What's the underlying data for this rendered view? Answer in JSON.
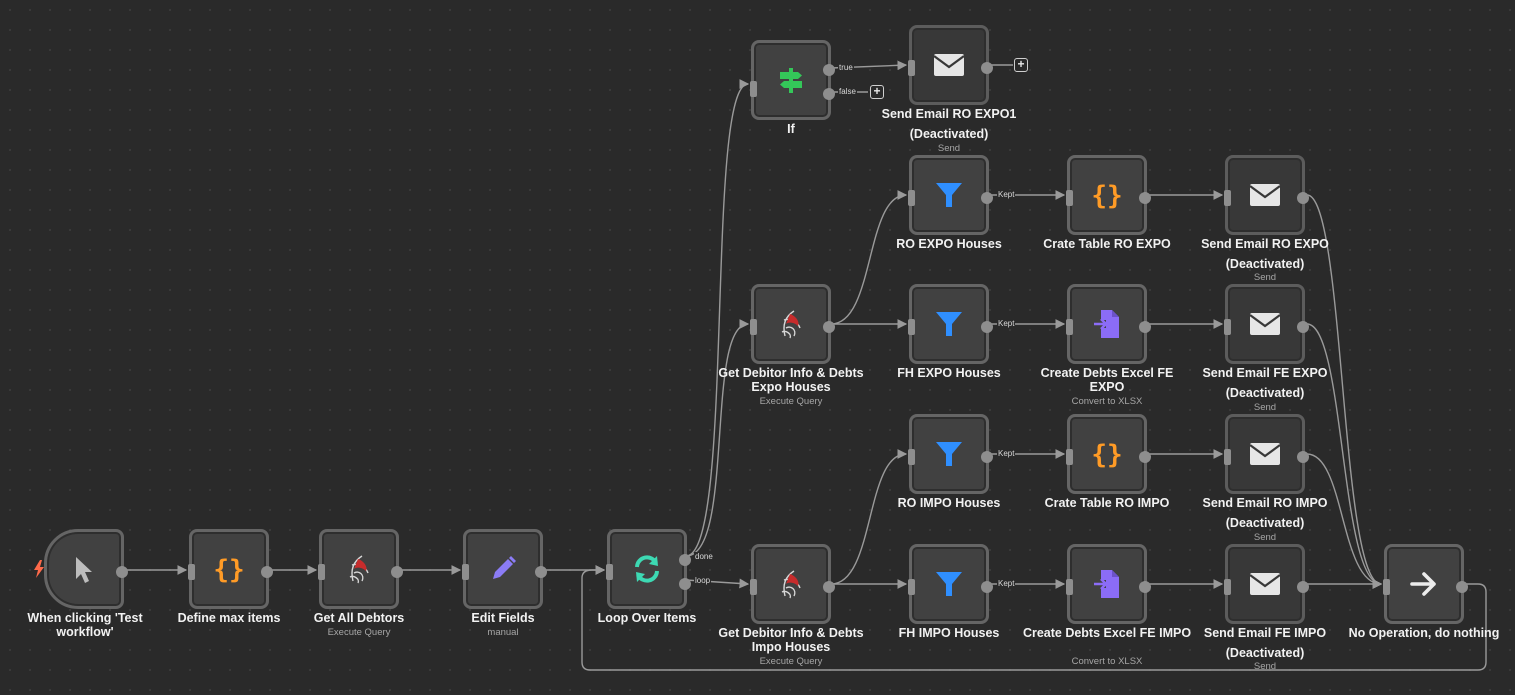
{
  "nodes": {
    "trigger": {
      "label": "When clicking 'Test workflow'"
    },
    "define": {
      "label": "Define max items"
    },
    "getall": {
      "label": "Get All Debtors",
      "sub": "Execute Query"
    },
    "edit": {
      "label": "Edit Fields",
      "sub": "manual"
    },
    "loop": {
      "label": "Loop Over Items"
    },
    "if": {
      "label": "If"
    },
    "email_ro_expo1": {
      "label": "Send Email RO EXPO1",
      "state": "(Deactivated)",
      "sub": "Send"
    },
    "get_expo": {
      "label": "Get Debitor Info & Debts Expo Houses",
      "sub": "Execute Query"
    },
    "get_impo": {
      "label": "Get Debitor Info & Debts Impo Houses",
      "sub": "Execute Query"
    },
    "ro_expo": {
      "label": "RO EXPO Houses"
    },
    "fh_expo": {
      "label": "FH EXPO Houses"
    },
    "ro_impo": {
      "label": "RO IMPO Houses"
    },
    "fh_impo": {
      "label": "FH IMPO Houses"
    },
    "ct_ro_expo": {
      "label": "Crate Table RO EXPO"
    },
    "cx_fe_expo": {
      "label": "Create Debts Excel FE EXPO",
      "sub": "Convert to XLSX"
    },
    "ct_ro_impo": {
      "label": "Crate Table RO IMPO"
    },
    "cx_fe_impo": {
      "label": "Create Debts Excel FE IMPO",
      "sub": "Convert to XLSX"
    },
    "se_ro_expo": {
      "label": "Send Email RO EXPO",
      "state": "(Deactivated)",
      "sub": "Send"
    },
    "se_fe_expo": {
      "label": "Send Email FE EXPO",
      "state": "(Deactivated)",
      "sub": "Send"
    },
    "se_ro_impo": {
      "label": "Send Email RO IMPO",
      "state": "(Deactivated)",
      "sub": "Send"
    },
    "se_fe_impo": {
      "label": "Send Email FE IMPO",
      "state": "(Deactivated)",
      "sub": "Send"
    },
    "noop": {
      "label": "No Operation, do nothing"
    }
  },
  "edge_labels": {
    "true": "true",
    "false": "false",
    "done": "done",
    "loop": "loop",
    "kept": "Kept"
  },
  "icons": {
    "trigger": "cursor-icon",
    "code": "braces-icon",
    "mssql": "mssql-icon",
    "edit": "pencil-icon",
    "loop": "refresh-icon",
    "if": "signpost-icon",
    "filter": "filter-icon",
    "email": "envelope-icon",
    "xlsx": "convert-file-icon",
    "noop": "arrow-right-icon"
  },
  "colors": {
    "canvas": "#2a2a2a",
    "node": "#414141",
    "edge": "#9a9a9a",
    "code": "#ff9b26",
    "edit": "#8b7cf6",
    "loop": "#3dd9b3",
    "if": "#34c759",
    "filter": "#2f8fff",
    "convert": "#8b6cf6",
    "trigger_bolt": "#ff6a4a"
  }
}
